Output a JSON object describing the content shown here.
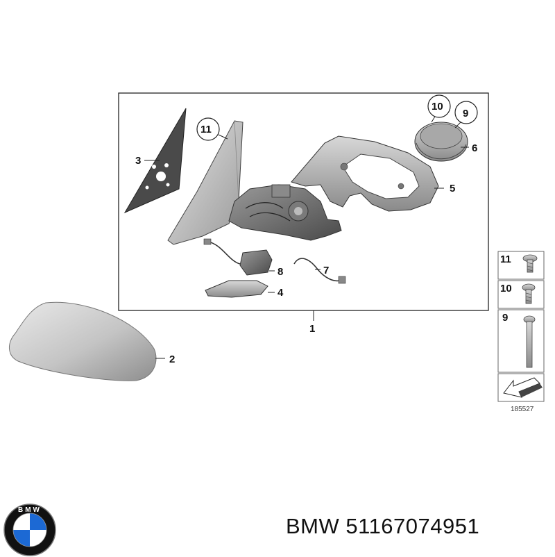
{
  "diagram": {
    "callouts": {
      "p1": "1",
      "p2": "2",
      "p3": "3",
      "p4": "4",
      "p5": "5",
      "p6": "6",
      "p7": "7",
      "p8": "8",
      "p9": "9",
      "p10": "10",
      "p11": "11"
    },
    "fastener_legend": [
      {
        "label": "11",
        "icon": "torx-screw-icon"
      },
      {
        "label": "10",
        "icon": "short-screw-icon"
      },
      {
        "label": "9",
        "icon": "long-bolt-icon"
      }
    ],
    "diagram_code": "185527"
  },
  "brand": {
    "name": "BMW",
    "part_number": "51167074951",
    "logo_letters": "BMW",
    "logo_colors": {
      "blue": "#1c69d4",
      "white": "#ffffff",
      "black": "#111111"
    }
  },
  "colors": {
    "line": "#222222",
    "part_fill": "#c9c9c9",
    "part_dark": "#6f6f6f",
    "glass": "#4a4a4a"
  }
}
